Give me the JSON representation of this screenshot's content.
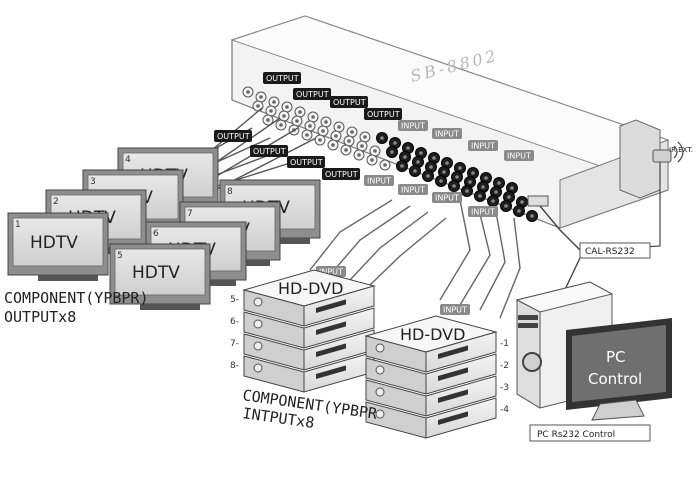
{
  "device": {
    "model": "SB-8802",
    "ir_label": "IR EXT."
  },
  "labels": {
    "output": "OUTPUT",
    "input": "INPUT",
    "rs232_cable": "CAL-RS232",
    "pc_caption": "PC Rs232 Control",
    "pc_screen_line1": "PC",
    "pc_screen_line2": "Control",
    "dvd_group_left": "HD-DVD",
    "dvd_group_right": "HD-DVD",
    "tv_label": "HDTV"
  },
  "displays": [
    {
      "number": "1",
      "label": "HDTV"
    },
    {
      "number": "2",
      "label": "HDTV"
    },
    {
      "number": "3",
      "label": "HDTV"
    },
    {
      "number": "4",
      "label": "HDTV"
    },
    {
      "number": "5",
      "label": "HDTV"
    },
    {
      "number": "6",
      "label": "HDTV"
    },
    {
      "number": "7",
      "label": "HDTV"
    },
    {
      "number": "8",
      "label": "HDTV"
    }
  ],
  "dvd_left_numbers": [
    "5-",
    "6-",
    "7-",
    "8-"
  ],
  "dvd_right_numbers": [
    "-1",
    "-2",
    "-3",
    "-4"
  ],
  "captions": {
    "output_line1": "COMPONENT(YPBPR)",
    "output_line2": "OUTPUTx8",
    "input_line1": "COMPONENT(YPBPR",
    "input_line2": "INTPUTx8"
  },
  "colors": {
    "tag_bg": "#1a1a1a",
    "input_tag_bg": "#8a8a8a",
    "tv_screen": "#d9d9d9",
    "tv_frame": "#9a9a9a",
    "switcher_body": "#f2f2f2",
    "pc_screen": "#6f6f6f"
  }
}
